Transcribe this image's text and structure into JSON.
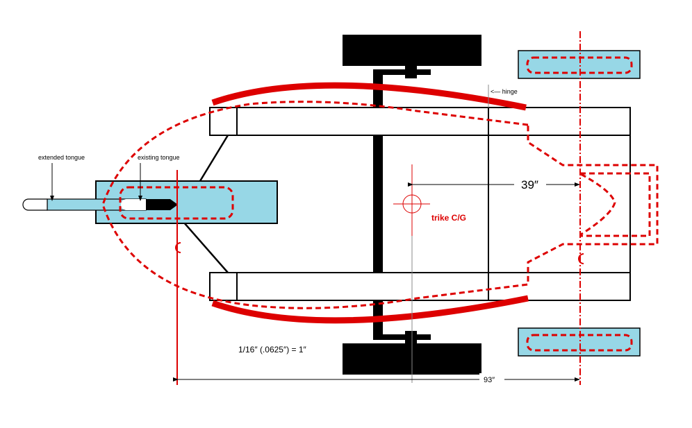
{
  "labels": {
    "extended_tongue": "extended tongue",
    "existing_tongue": "existing tongue",
    "hinge": "<— hinge",
    "dim_39": "39″",
    "trike_cg": "trike C/G",
    "scale": "1/16″ (.0625″) = 1″",
    "dim_93": "93″"
  },
  "colors": {
    "red": "#dd0000",
    "blue": "#97d7e6",
    "black": "#000000"
  }
}
